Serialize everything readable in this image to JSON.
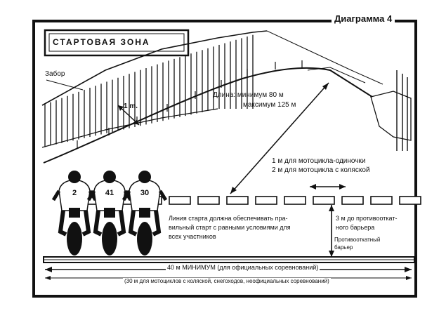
{
  "diagram_title": "Диаграмма 4",
  "zone_title": "СТАРТОВАЯ ЗОНА",
  "labels": {
    "fence": "Забор",
    "fence_gap": "1 m.",
    "length_line1": "Длина:  минимум 80 м",
    "length_line2": "максимум 125 м",
    "spacing_solo": "1 м для мотоцикла-одиночки",
    "spacing_sidecar": "2 м для мотоцикла с коляской",
    "start_line_1": "Линия старта должна обеспечивать пра-",
    "start_line_2": "вильный старт с равными условиями для",
    "start_line_3": "всех участников",
    "barrier_dist_1": "3 м до противооткат-",
    "barrier_dist_2": "ного барьера",
    "barrier_1": "Противооткатный",
    "barrier_2": "барьер",
    "width_official": "40 м МИНИМУМ (для официальных соревнований)",
    "width_other": "(30 м для мотоциклов с коляской, снегоходов, неофициальных соревнований)"
  },
  "riders": [
    "2",
    "41",
    "30"
  ]
}
